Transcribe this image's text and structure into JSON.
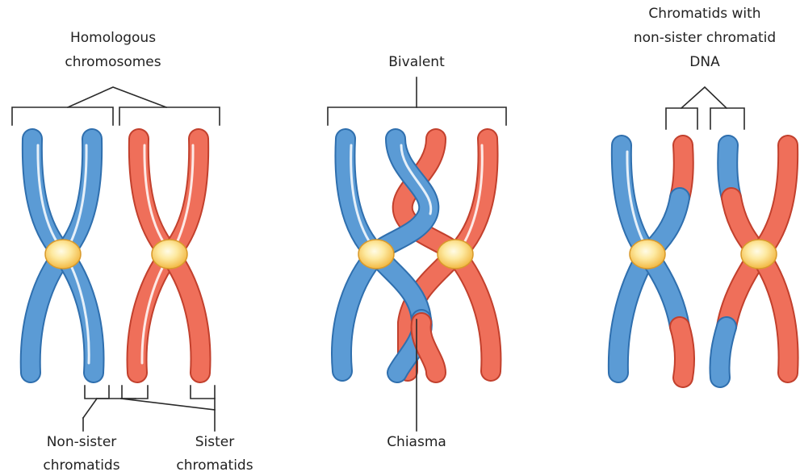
{
  "labels": {
    "homologous_line1": "Homologous",
    "homologous_line2": "chromosomes",
    "bivalent": "Bivalent",
    "crossover_line1": "Chromatids with",
    "crossover_line2": "non-sister chromatid",
    "crossover_line3": "DNA",
    "non_sister_line1": "Non-sister",
    "non_sister_line2": "chromatids",
    "sister_line1": "Sister",
    "sister_line2": "chromatids",
    "chiasma": "Chiasma"
  },
  "colors": {
    "maternal": "#5b9bd5",
    "maternal_dark": "#2f6fae",
    "paternal": "#ef6f5a",
    "paternal_dark": "#c2402d",
    "centromere": "#f6c85f",
    "centromere_light": "#fff3c4",
    "line": "#2a2a2a"
  }
}
